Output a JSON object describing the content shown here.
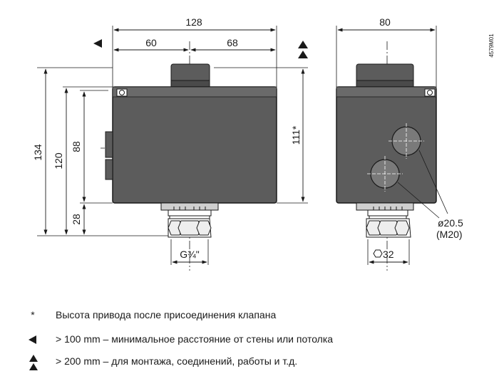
{
  "dimensions": {
    "front_width": "128",
    "left_part": "60",
    "right_part": "68",
    "side_width": "80",
    "height_total": "134",
    "height_body": "120",
    "height_housing": "88",
    "height_base": "28",
    "height_actuator": "111*",
    "thread": "G¾\"",
    "hole_dia": "ø20.5",
    "hole_thread": "(M20)",
    "nut_size": "32"
  },
  "drawing_code": "4579M01",
  "legend": [
    {
      "symbol": "*",
      "text": "Высота привода после присоединения клапана"
    },
    {
      "symbol": "triangle-left",
      "text": "> 100 mm – минимальное расстояние от стены или потолка"
    },
    {
      "symbol": "triangle-up-double",
      "text": "> 200 mm – для монтажа, соединений,  работы и т.д."
    }
  ],
  "colors": {
    "housing": "#5c5c5c",
    "outline": "#1a1a1a",
    "background": "#ffffff"
  }
}
